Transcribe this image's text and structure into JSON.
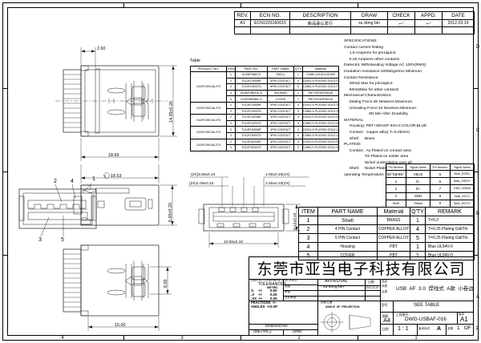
{
  "sheet": {
    "zones_top": [
      "4",
      "3",
      "2",
      "1"
    ],
    "zones_side": [
      "D",
      "C",
      "B",
      "A"
    ]
  },
  "revision_table": {
    "headers": [
      "REV.",
      "ECN NO.",
      "DESCRIPTION",
      "DRAW",
      "CHECK",
      "APPD.",
      "DATE"
    ],
    "rows": [
      {
        "rev": "A1",
        "ecn_no": "ECN1203160015",
        "description": "新品承认发行",
        "draw": "xu dong bin",
        "check": "",
        "appd": "",
        "date": "2012.03.19"
      },
      {
        "rev": "",
        "ecn_no": "",
        "description": "",
        "draw": "",
        "check": "",
        "appd": "",
        "date": ""
      }
    ]
  },
  "specifications": {
    "title": "SPECIFICATIONS:",
    "lines": [
      "Contact current Rating",
      "     1.8 Amperes for pin1&pin4.",
      "     0.25 Amperes other contacts",
      "Dielectric Withstanding Voltage:AC 100V(RMS)",
      "Insulation resistance:100Megohms Minimum.",
      "Contact Resistance:",
      "     30mΩ Max for pin1&pin4",
      "     50mΩMax for other contacts",
      "Mechanical Characteristics:",
      "     Mating Force:35 Newtons.Maximum",
      "     Unmating Force:10 Newtons.Minimum.",
      "                       8N Min After Durability",
      "MATERIAL:",
      "     Housing: PBT+30%GF 94V-0 COLOR:BLUE",
      "     Contact:  copper alloy( T=0.25mm)",
      "     Shell:     Brass",
      "PLATING:",
      "     Contact:  Au Plated on contact area",
      "                   Tin Plated on solder area",
      "                   Nickel underplating over all",
      "     Shell:     Nickel Plated",
      "operating Temperature: -55°to+85°"
    ]
  },
  "product_table": {
    "caption": "Table",
    "headers": [
      "PRODUCT NO.",
      "ITEM",
      "PART NO.",
      "PART NAME",
      "Q'TY",
      "Material"
    ],
    "groups": [
      {
        "product_no": "OU3F015013&,075",
        "rows": [
          {
            "item": "1",
            "part_no": "SU3DF085070",
            "part_name": "SHELL",
            "qty": "1",
            "material": "C2680-1/2H(GLOD/NR"
          },
          {
            "item": "2",
            "part_no": "TU13F125008F",
            "part_name": "4PIN CONTACT",
            "qty": "4",
            "material": "C5191-H PLATING GOLD FLASH"
          },
          {
            "item": "3",
            "part_no": "TU13F125007D",
            "part_name": "5PIN CONTACT",
            "qty": "5",
            "material": "C2680-H PLATING GOLD FLASH"
          },
          {
            "item": "4",
            "part_no": "HU3DF085X3L-S",
            "part_name": "HOUSING",
            "qty": "1",
            "material": "PBT+30%GF/BLUE"
          },
          {
            "item": "5",
            "part_no": "OU3F085066L-S",
            "part_name": "COVER",
            "qty": "1",
            "material": "PBT+30%GF/BLUE"
          }
        ]
      },
      {
        "product_no": "OU3F015013&,075",
        "rows": [
          {
            "item": "2",
            "part_no": "TU13F125008F",
            "part_name": "4PIN CONTACT",
            "qty": "4",
            "material": "C5191-H PLATING GOLD 3U\""
          },
          {
            "item": "3",
            "part_no": "TU13F125007D",
            "part_name": "5PIN CONTACT",
            "qty": "5",
            "material": "C2680-H PLATING GOLD 3U\""
          }
        ]
      },
      {
        "product_no": "OU3F015014&,075",
        "rows": [
          {
            "item": "2",
            "part_no": "TU13F142008F",
            "part_name": "4PIN CONTACT",
            "qty": "4",
            "material": "C5191-H PLATING GOLD 5U\""
          },
          {
            "item": "3",
            "part_no": "TU13F142007D",
            "part_name": "5PIN CONTACT",
            "qty": "5",
            "material": "C2680-H PLATING GOLD 5U\""
          }
        ]
      },
      {
        "product_no": "OU3F015015&,075",
        "rows": [
          {
            "item": "2",
            "part_no": "TU13F150008F",
            "part_name": "4PIN CONTACT",
            "qty": "4",
            "material": "C5191-H PLATING GOLD 15U\""
          },
          {
            "item": "3",
            "part_no": "TU13F150007D",
            "part_name": "5PIN CONTACT",
            "qty": "5",
            "material": "C2680-H PLATING GOLD 15U\""
          }
        ]
      },
      {
        "product_no": "OU3F015016&,075",
        "rows": [
          {
            "item": "2",
            "part_no": "TU13F300008F",
            "part_name": "4PIN CONTACT",
            "qty": "4",
            "material": "C5191-H PLATING GOLD 30U\""
          },
          {
            "item": "3",
            "part_no": "TU13F300007D",
            "part_name": "5PIN CONTACT",
            "qty": "5",
            "material": "C2680-H PLATING GOLD 30U\""
          }
        ]
      }
    ]
  },
  "pin_table": {
    "headers": [
      "Pin Number",
      "Signal Name",
      "Pin Number",
      "Signal Name"
    ],
    "rows": [
      {
        "pin_a": "1",
        "sig_a": "VBUS",
        "pin_b": "5",
        "sig_b": "StdA_SSRX-"
      },
      {
        "pin_a": "2",
        "sig_a": "D-",
        "pin_b": "6",
        "sig_b": "StdA_SSRX+"
      },
      {
        "pin_a": "3",
        "sig_a": "D+",
        "pin_b": "7",
        "sig_b": "GND_DRAIN"
      },
      {
        "pin_a": "4",
        "sig_a": "GND",
        "pin_b": "8",
        "sig_b": "StdA_SSTX-"
      },
      {
        "pin_a": "Shell",
        "sig_a": "Shield",
        "pin_b": "9",
        "sig_b": "StdA_SSTX+"
      }
    ]
  },
  "bom_table": {
    "headers": [
      "ITEM",
      "PART NAME",
      "Material",
      "Q'TY",
      "REMARK"
    ],
    "rows": [
      {
        "item": "1",
        "part_name": "Shell",
        "material": "BRASS",
        "qty": "1",
        "remark": "T=0.3"
      },
      {
        "item": "2",
        "part_name": "4 PIN Contact",
        "material": "COPPER ALLOY",
        "qty": "4",
        "remark": "T=0.25 Plating Gld/Tin"
      },
      {
        "item": "3",
        "part_name": "5 PIN Contact",
        "material": "COPPER ALLOY",
        "qty": "5",
        "remark": "T=0.25 Plating Gld/Tin"
      },
      {
        "item": "4",
        "part_name": "Housing",
        "material": "PBT",
        "qty": "1",
        "remark": "Blue UL94V-0"
      },
      {
        "item": "5",
        "part_name": "COVER",
        "material": "PBT",
        "qty": "1",
        "remark": "Blue UL94V-0"
      }
    ]
  },
  "title_block": {
    "company_name": "东莞市亚当电子科技有限公司",
    "tolerance_note": "UNLESS OTHERWISE SPECIFIED",
    "tolerances_label": "TOLERANCES",
    "metric_label": "METRIC",
    "tolerance_rows": [
      {
        "label": "X.    +/-",
        "value": "0.50"
      },
      {
        "label": ".X    +/-",
        "value": "0.25"
      },
      {
        "label": ".XX  +/-",
        "value": "0.25"
      },
      {
        "label": "FRACTIONS  +/-",
        "value": ""
      },
      {
        "label": "ANGLES  +/-",
        "value": "2.00°"
      }
    ],
    "dimensions_label": "DIMENSIONS",
    "units_left": "(METRIC)",
    "units_right": "(MM)",
    "approval_label": "APPROVAL",
    "approval_rows": [
      {
        "role": "制图",
        "name": "xu dong bin"
      },
      {
        "role": "审核",
        "name": ""
      },
      {
        "role": "文件审核",
        "name": ""
      }
    ],
    "date_label": "日期",
    "date_value": "2012.03.19",
    "品名_label": "品名",
    "product_name": "USB  AF  3.0  焊线式  A款  小卷边",
    "material_label": "材质",
    "material_value": "见表",
    "model_label": "型号",
    "model_value": "SEE TABLE",
    "drawing_no_label": "工程图号：",
    "drawing_no": "DWG-USBAF-016",
    "sheet_size_label": "图纸",
    "sheet_size": "A4",
    "rev_label": "版本",
    "rev_value": "A1",
    "scale_label": "比例",
    "scale_value": "1 : 1",
    "projection_label": "ANGLE  OF  PROJECTION",
    "third_angle_label": "投影位置",
    "sheet_label": "页数",
    "sheet_value": "1   OF   1",
    "size_class": "A"
  },
  "drawing_dimensions": {
    "top_view": {
      "width_from_flange": "2.60",
      "overall_height": "14.35±0.20",
      "overall_length": "18.65"
    },
    "side_view": {
      "length_ref": "18.53",
      "height": "6.95±0.20"
    },
    "bottom_left_view": {
      "tail_span": "6.00",
      "length": "15.00"
    },
    "bottom_view": {
      "peg_a": "(2X)3.50±0.10",
      "peg_b": "(2X)1.00±0.10",
      "pitch_a": "4.00±0.10(2X)",
      "pitch_b": "2.00±0.10(2X)",
      "body_width": "12.50±0.10",
      "body_depth": "5.12±0.10"
    },
    "front_view_balloons": [
      "1",
      "2",
      "3",
      "4",
      "5"
    ]
  }
}
